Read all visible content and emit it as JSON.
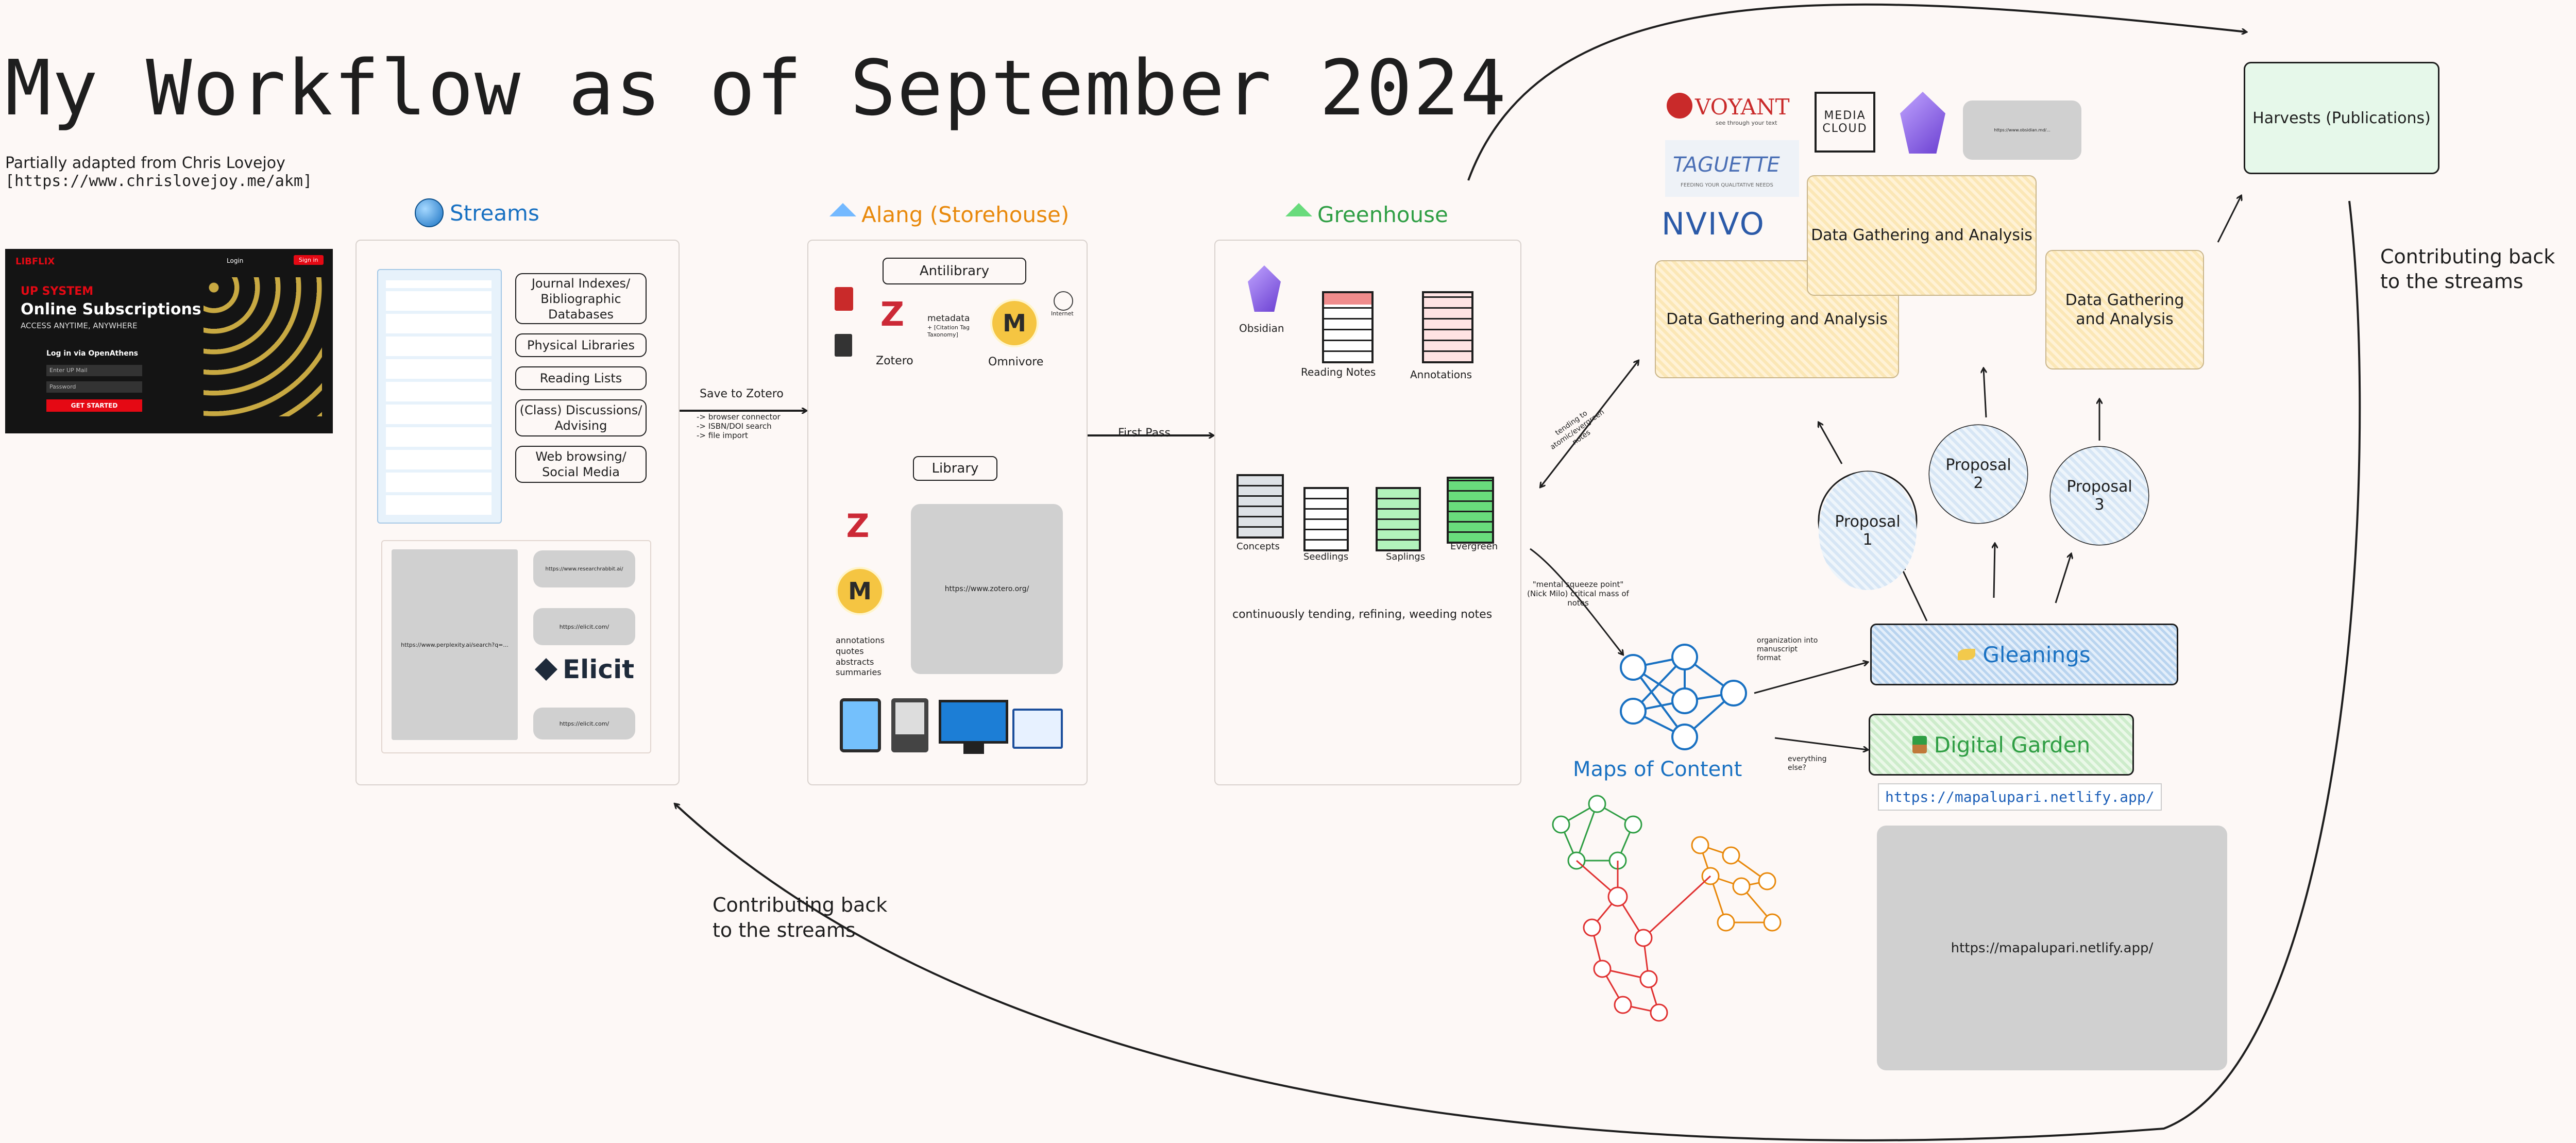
{
  "title": "My Workflow as of September 2024",
  "subtitle": {
    "line1": "Partially adapted from Chris Lovejoy",
    "line2": "[https://www.chrislovejoy.me/akm]"
  },
  "openathens": {
    "brand": "LIBFLIX",
    "system": "UP SYSTEM",
    "heading": "Online Subscriptions",
    "tagline": "ACCESS ANYTIME, ANYWHERE",
    "login_text": "Log in via OpenAthens",
    "user_placeholder": "Enter UP Mail",
    "pass_placeholder": "Password",
    "button": "GET STARTED",
    "top_login": "Login",
    "top_signup": "Sign in"
  },
  "sections": {
    "streams": {
      "label": "Streams",
      "color": "#1971c2"
    },
    "alang": {
      "label": "Alang (Storehouse)",
      "color": "#e8890c"
    },
    "greenhouse": {
      "label": "Greenhouse",
      "color": "#2f9e44"
    }
  },
  "streams": {
    "sources": [
      "Journal Indexes/ Bibliographic Databases",
      "Physical Libraries",
      "Reading Lists",
      "(Class) Discussions/ Advising",
      "Web browsing/ Social Media"
    ],
    "elicit_url": "https://www.perplexity.ai/search?q=...",
    "link1": "https://www.researchrabbit.ai/",
    "link2": "https://elicit.com/",
    "link3": "https://elicit.com/",
    "elicit_logo": "Elicit"
  },
  "arrows": {
    "save_to_zotero": "Save to Zotero",
    "save_notes": [
      "-> browser connector",
      "-> ISBN/DOI search",
      "-> file import"
    ],
    "first_pass": "First Pass",
    "tending": "tending to atomic/evergreen notes",
    "squeeze": "\"mental squeeze point\" (Nick Milo) critical mass of notes",
    "organization": "organization into manuscript format",
    "everything_else": "everything else?"
  },
  "alang": {
    "antilibrary": "Antilibrary",
    "library": "Library",
    "zotero": "Zotero",
    "omnivore": "Omnivore",
    "internet": "Internet",
    "metadata": "metadata",
    "citation_tag": "+ [Citation Tag Taxonomy]",
    "zotero_url": "https://www.zotero.org/",
    "library_items": [
      "annotations",
      "quotes",
      "abstracts",
      "summaries"
    ]
  },
  "greenhouse": {
    "obsidian": "Obsidian",
    "reading_notes": "Reading Notes",
    "annotations": "Annotations",
    "concepts": "Concepts",
    "seedlings": "Seedlings",
    "saplings": "Saplings",
    "evergreen": "Evergreen",
    "caption": "continuously tending, refining, weeding notes"
  },
  "moc": {
    "label": "Maps of Content"
  },
  "analysis": {
    "voyant": "VOYANT",
    "voyant_sub": "see through your text",
    "media": "MEDIA",
    "cloud": "CLOUD",
    "taguette": "TAGUETTE",
    "taguette_sub": "FEEDING YOUR QUALITATIVE NEEDS",
    "nvivo": "NVIVO",
    "box1": "Data Gathering and Analysis",
    "box2": "Data Gathering and Analysis",
    "box3": "Data Gathering and Analysis",
    "ph_url": "https://www.obsidian.md/...",
    "proposals": [
      "Proposal 1",
      "Proposal 2",
      "Proposal 3"
    ]
  },
  "gleanings": "Gleanings",
  "digital_garden": "Digital Garden",
  "garden_url": "https://mapalupari.netlify.app/",
  "garden_ph": "https://mapalupari.netlify.app/",
  "harvests": "Harvests (Publications)",
  "contrib_right": "Contributing back to the streams",
  "contrib_bottom": "Contributing back to the streams"
}
